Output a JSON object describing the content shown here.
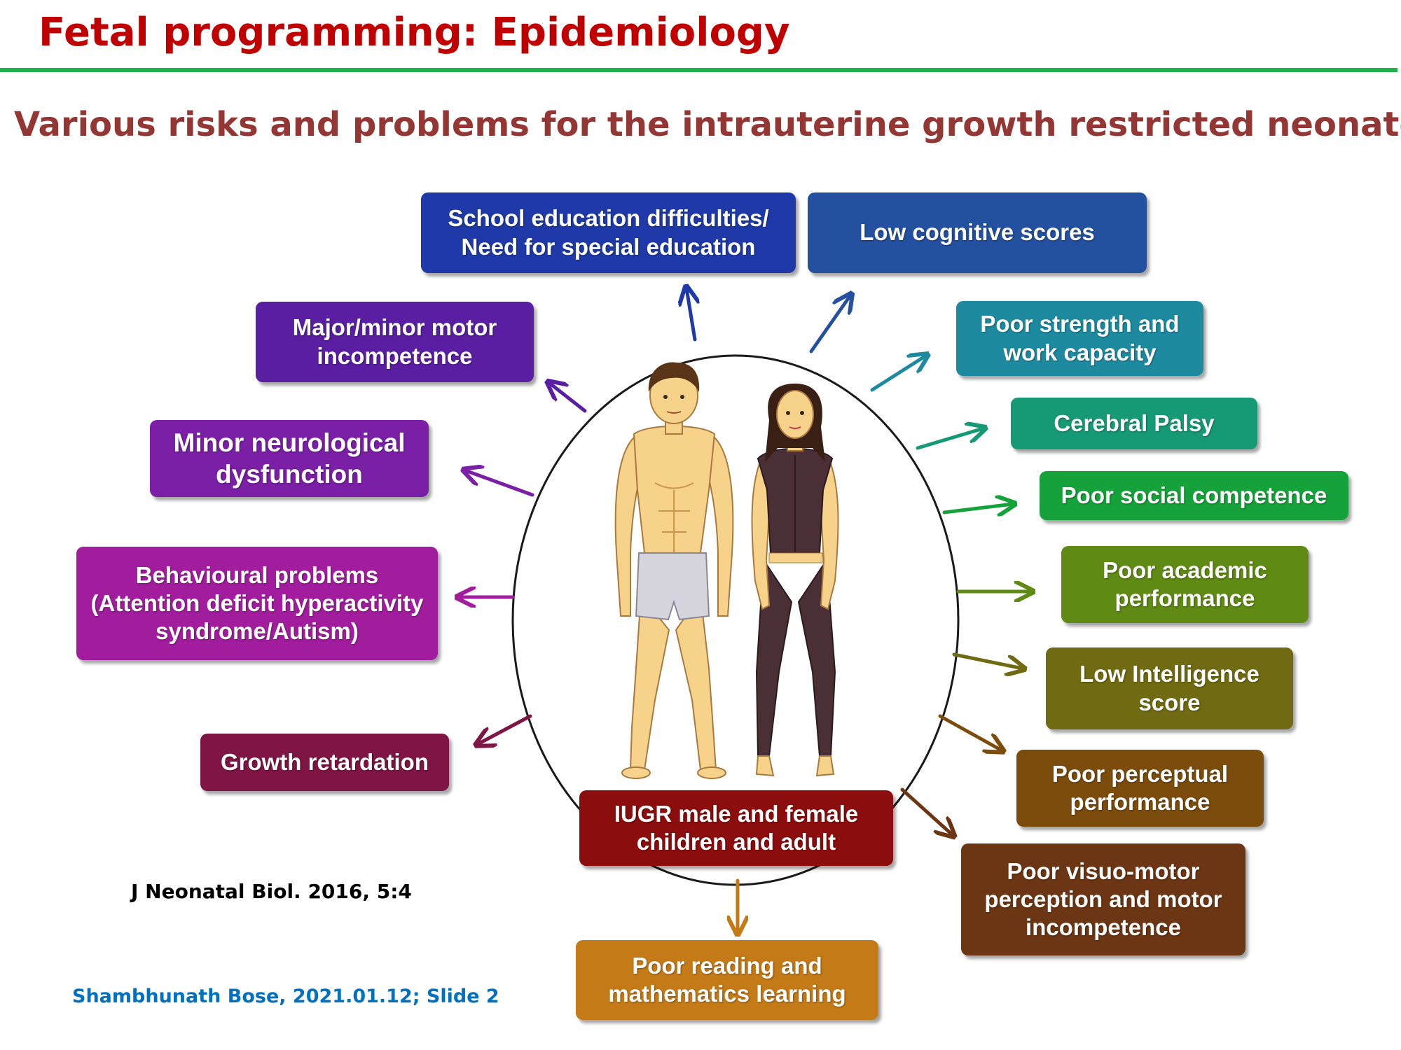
{
  "slide_title": "Fetal programming: Epidemiology",
  "subtitle": "Various risks and problems for the intrauterine growth restricted neonates",
  "center_label": "IUGR male and female\nchildren and adult",
  "boxes": {
    "school": "School education difficulties/\nNeed for special education",
    "cognitive": "Low cognitive scores",
    "strength": "Poor strength and\nwork capacity",
    "cerebral": "Cerebral Palsy",
    "social": "Poor social competence",
    "academic": "Poor academic\nperformance",
    "intelligence": "Low Intelligence\nscore",
    "perceptual": "Poor perceptual\nperformance",
    "visuomotor": "Poor visuo-motor\nperception and motor\nincompetence",
    "reading": "Poor reading and\nmathematics learning",
    "growth": "Growth retardation",
    "behaviour": "Behavioural problems\n(Attention deficit hyperactivity\nsyndrome/Autism)",
    "neuro": "Minor neurological\ndysfunction",
    "motor": "Major/minor motor\nincompetence"
  },
  "citation": "J Neonatal Biol. 2016, 5:4",
  "footer": "Shambhunath Bose, 2021.01.12; Slide 2",
  "colors": {
    "title": "#c00000",
    "rule": "#22b14c",
    "subtitle": "#943634",
    "footer": "#0070c0",
    "school": "#1f3aa8",
    "cognitive": "#23509f",
    "strength": "#1d8aa0",
    "cerebral": "#169a75",
    "social": "#15a23a",
    "academic": "#5f8a14",
    "intelligence": "#706b12",
    "perceptual": "#7b4c0c",
    "visuomotor": "#6c3614",
    "reading": "#c47a16",
    "center": "#8b0d0d",
    "growth": "#7e1544",
    "behaviour": "#a21d9e",
    "neuro": "#7a1fa6",
    "motor": "#5a1ea2"
  }
}
